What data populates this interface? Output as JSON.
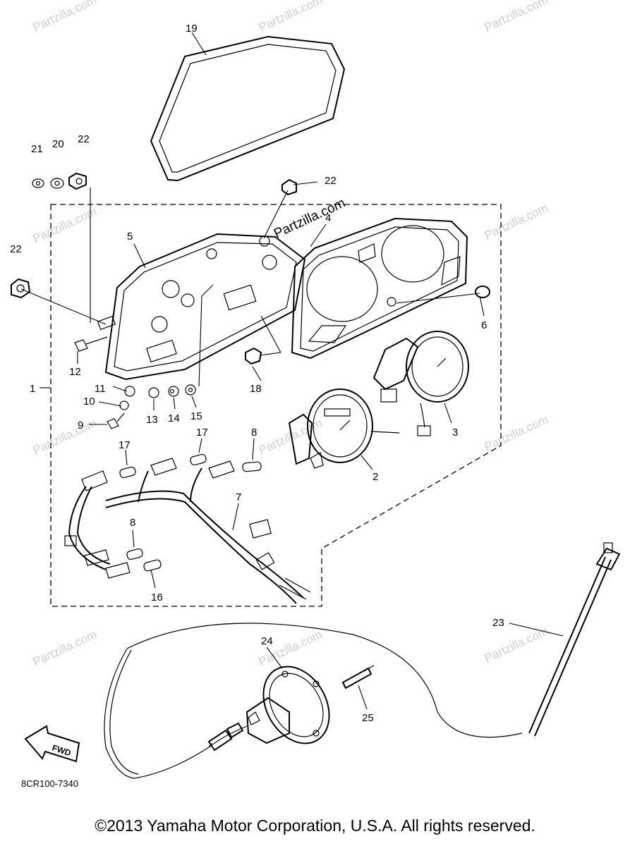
{
  "watermark": "Partzilla.com",
  "reference_code": "8CR100-7340",
  "fwd_label": "FWD",
  "copyright": "©2013 Yamaha Motor Corporation, U.S.A. All rights reserved.",
  "callouts": [
    "19",
    "21",
    "20",
    "22",
    "22",
    "22",
    "5",
    "4",
    "6",
    "1",
    "12",
    "11",
    "10",
    "9",
    "18",
    "13",
    "14",
    "15",
    "3",
    "2",
    "17",
    "17",
    "8",
    "7",
    "8",
    "16",
    "23",
    "24",
    "25"
  ]
}
